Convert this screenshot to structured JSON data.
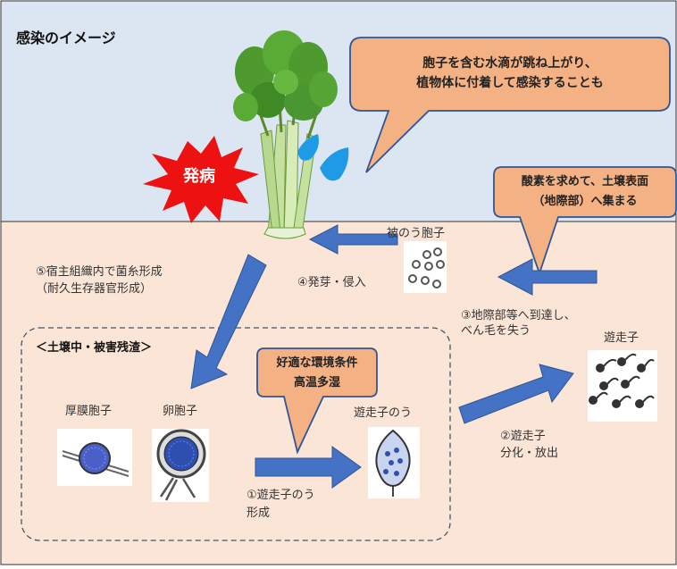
{
  "title": "感染のイメージ",
  "callout_splash": {
    "line1": "胞子を含む水滴が跳ね上がり、",
    "line2": "植物体に付着して感染することも"
  },
  "callout_oxygen": {
    "line1": "酸素を求めて、土壌表面",
    "line2": "（地際部）へ集まる"
  },
  "callout_env": {
    "line1": "好適な環境条件",
    "line2": "高温多湿"
  },
  "disease_burst": "発病",
  "soil_label": "＜土壌中・被害残渣＞",
  "labels": {
    "encysted_spore": "被のう胞子",
    "step4": "④発芽・侵入",
    "step5_line1": "⑤宿主組織内で菌糸形成",
    "step5_line2": "（耐久生存器官形成）",
    "step3_line1": "③地際部等へ到達し、",
    "step3_line2": "べん毛を失う",
    "zoospore": "遊走子",
    "step2_line1": "②遊走子",
    "step2_line2": "分化・放出",
    "chlamydospore": "厚膜胞子",
    "oospore": "卵胞子",
    "sporangium": "遊走子のう",
    "step1_line1": "①遊走子のう",
    "step1_line2": "形成"
  },
  "colors": {
    "sky": "#dce6f2",
    "soil": "#fbe5d6",
    "callout": "#f4b183",
    "arrow": "#4472c4",
    "burst": "#ee1111",
    "droplet": "#1f9be6"
  }
}
